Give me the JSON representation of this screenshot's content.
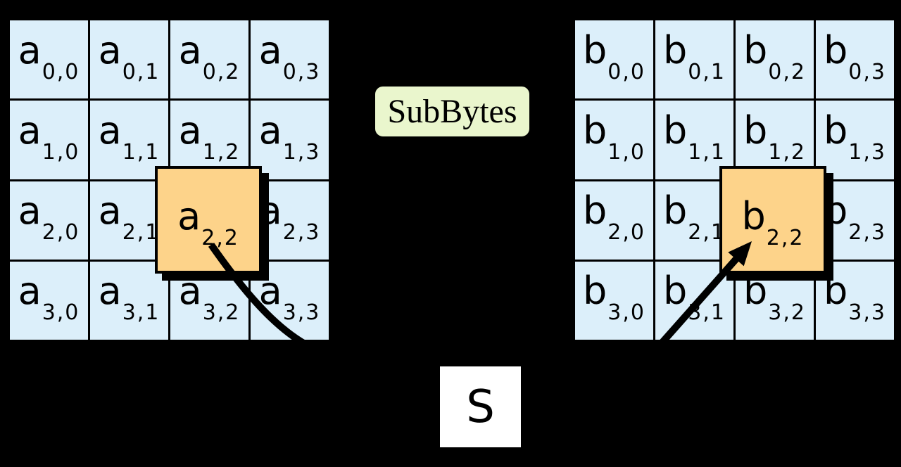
{
  "colors": {
    "background": "#000000",
    "cell_fill": "#dceffa",
    "highlight_fill": "#fdd38a",
    "subbytes_fill": "#eaf6cd",
    "sbox_fill": "#ffffff",
    "arrow": "#000000"
  },
  "subbytes_box": {
    "label": "SubBytes"
  },
  "sbox": {
    "label": "S"
  },
  "grid_a": {
    "cells": [
      {
        "letter": "a",
        "sub": "0,0"
      },
      {
        "letter": "a",
        "sub": "0,1"
      },
      {
        "letter": "a",
        "sub": "0,2"
      },
      {
        "letter": "a",
        "sub": "0,3"
      },
      {
        "letter": "a",
        "sub": "1,0"
      },
      {
        "letter": "a",
        "sub": "1,1"
      },
      {
        "letter": "a",
        "sub": "1,2"
      },
      {
        "letter": "a",
        "sub": "1,3"
      },
      {
        "letter": "a",
        "sub": "2,0"
      },
      {
        "letter": "a",
        "sub": "2,1"
      },
      {
        "letter": "a",
        "sub": "2,2"
      },
      {
        "letter": "a",
        "sub": "2,3"
      },
      {
        "letter": "a",
        "sub": "3,0"
      },
      {
        "letter": "a",
        "sub": "3,1"
      },
      {
        "letter": "a",
        "sub": "3,2"
      },
      {
        "letter": "a",
        "sub": "3,3"
      }
    ],
    "highlight": {
      "letter": "a",
      "sub": "2,2"
    }
  },
  "grid_b": {
    "cells": [
      {
        "letter": "b",
        "sub": "0,0"
      },
      {
        "letter": "b",
        "sub": "0,1"
      },
      {
        "letter": "b",
        "sub": "0,2"
      },
      {
        "letter": "b",
        "sub": "0,3"
      },
      {
        "letter": "b",
        "sub": "1,0"
      },
      {
        "letter": "b",
        "sub": "1,1"
      },
      {
        "letter": "b",
        "sub": "1,2"
      },
      {
        "letter": "b",
        "sub": "1,3"
      },
      {
        "letter": "b",
        "sub": "2,0"
      },
      {
        "letter": "b",
        "sub": "2,1"
      },
      {
        "letter": "b",
        "sub": "2,2"
      },
      {
        "letter": "b",
        "sub": "2,3"
      },
      {
        "letter": "b",
        "sub": "3,0"
      },
      {
        "letter": "b",
        "sub": "3,1"
      },
      {
        "letter": "b",
        "sub": "3,2"
      },
      {
        "letter": "b",
        "sub": "3,3"
      }
    ],
    "highlight": {
      "letter": "b",
      "sub": "2,2"
    }
  }
}
